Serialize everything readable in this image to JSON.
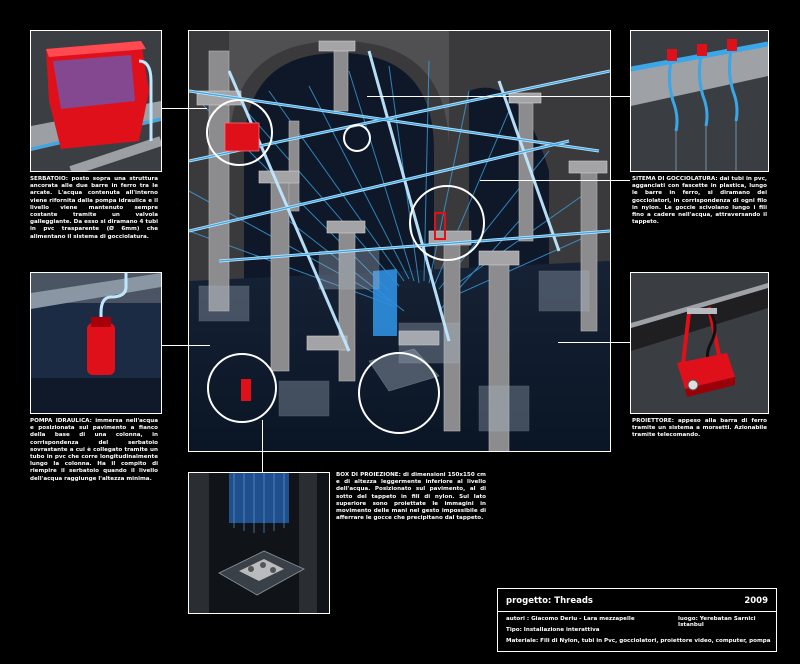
{
  "notes": {
    "serbatoio": {
      "heading": "SERBATOIO:",
      "text": "posto sopra una struttura ancorata alle due barre in ferro tra le arcate. L'acqua contenuta all'interno viene rifornita dalla pompa idraulica e il livello viene mantenuto sempre costante tramite un valvola galleggiante. Da esso si diramano 4 tubi in pvc trasparente (Ø 6mm) che alimentano il sistema di gocciolatura."
    },
    "pompa": {
      "heading": "POMPA IDRAULICA:",
      "text": "immersa nell'acqua e posizionata sul pavimento a fianco della base di una colonna, in corrispondenza del serbatoio sovrastante a cui è collegato tramite un tubo in pvc che corre longitudinalmente lungo la colonna. Ha il compito di riempire il serbatoio quando il livello dell'acqua raggiunge l'altezza minima."
    },
    "sistema": {
      "heading": "SITEMA DI GOCCIOLATURA:",
      "text": "dai tubi in pvc, agganciati con fascette in plastica, lungo le barre in ferro, si diramano dei gocciolatori, in corrispondenza di ogni filo in nylon. Le goccie scivolano lungo i fili fino a cadere nell'acqua, attraversando il tappeto."
    },
    "proiettore": {
      "heading": "PROIETTORE:",
      "text": "appeso alla barra di ferro tramite un sistema a morsetti. Azionabile tramite telecomando."
    },
    "box": {
      "heading": "BOX DI PROIEZIONE:",
      "text": "di dimensioni 150x150 cm e di altezza leggermente inferiore al livello dell'acqua. Posizionato sul pavimento, al di sotto del tappeto in fili di nylon. Sul lato superiore sono proiettate le immagini in movimento delle mani nel gesto impossibile di afferrare le gocce che precipitano dal tappeto."
    }
  },
  "titleblock": {
    "project_label": "progetto: Threads",
    "year": "2009",
    "authors": "autori : Giacomo Deriu - Lara mezzapelle",
    "location": "luogo: Yerebatan Sarnici Istanbul",
    "type": "Tipo: Installazione interattiva",
    "materials": "Materiale: Fili di Nylon, tubi in Pvc, gocciolatori, proiettore video, computer, pompa"
  },
  "colors": {
    "background": "#000000",
    "accent_red": "#e0101a",
    "accent_blue": "#3aa7e8",
    "column_grey": "#9a9a9a",
    "water_dark": "#0c1a2c"
  }
}
